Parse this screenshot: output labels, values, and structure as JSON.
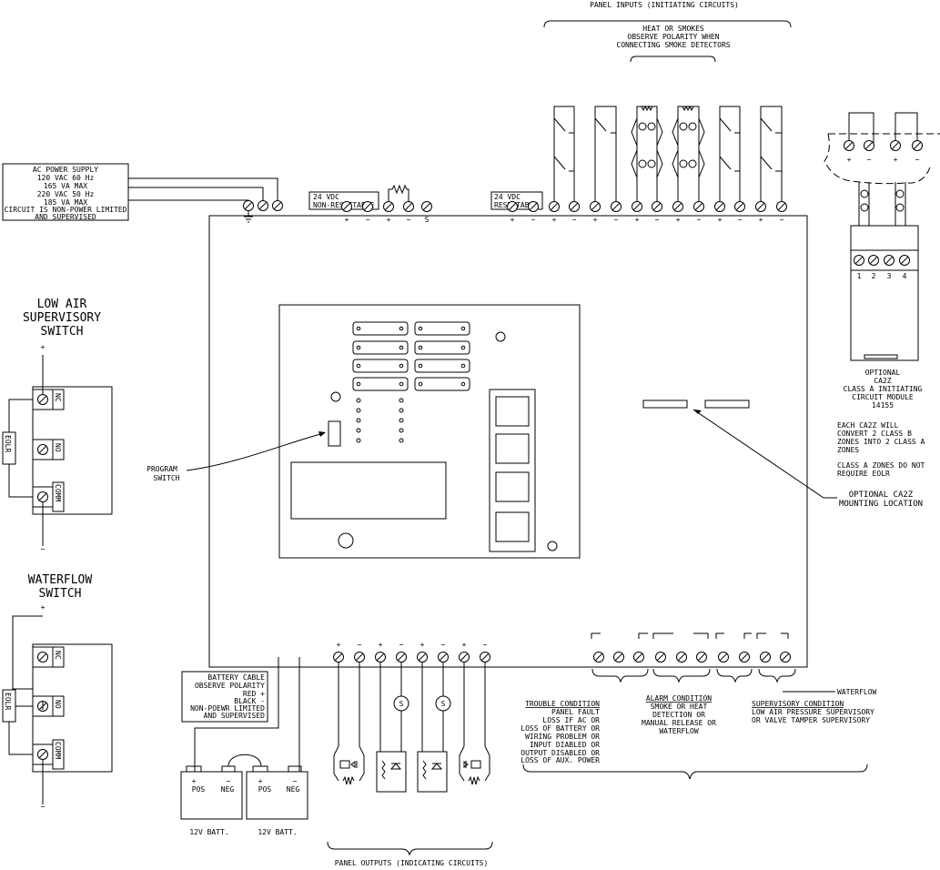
{
  "top_labels": {
    "panel_inputs": "PANEL INPUTS (INITIATING CIRCUITS)",
    "heat_smoke_1": "HEAT OR SMOKES",
    "heat_smoke_2": "OBSERVE POLARITY WHEN",
    "heat_smoke_3": "CONNECTING SMOKE DETECTORS"
  },
  "ac_power": [
    "AC POWER SUPPLY",
    "120 VAC 60 Hz",
    "165 VA  MAX",
    "220 VAC 50 Hz",
    "185 VA  MAX",
    "CIRCUIT IS NON-POWER LIMITED",
    "AND SUPERVISED"
  ],
  "vdc_nonres": [
    "24 VDC",
    "NON-RESETTABLE"
  ],
  "vdc_res": [
    "24 VDC",
    "RESETTABLE"
  ],
  "polarity": {
    "plus": "+",
    "minus": "−",
    "s": "S"
  },
  "low_air": [
    "LOW AIR",
    "SUPERVISORY",
    "SWITCH"
  ],
  "waterflow_switch": [
    "WATERFLOW",
    "SWITCH"
  ],
  "switch_terms": {
    "nc": "NC",
    "no": "NO",
    "comm": "COMM",
    "eolr": "EOLR"
  },
  "program_switch": [
    "PROGRAM",
    "SWITCH"
  ],
  "ca2z_module": [
    "OPTIONAL",
    "CA2Z",
    "CLASS A INITIATING",
    "CIRCUIT MODULE",
    "14155"
  ],
  "ca2z_terms": [
    "1",
    "2",
    "3",
    "4"
  ],
  "ca2z_note1": [
    "EACH CA2Z WILL",
    "CONVERT 2 CLASS B",
    "ZONES INTO 2 CLASS A",
    "ZONES"
  ],
  "ca2z_note2": [
    "CLASS A ZONES DO NOT",
    "REQUIRE EOLR"
  ],
  "ca2z_mount": [
    "OPTIONAL CA2Z",
    "MOUNTING LOCATION"
  ],
  "battery_cable": [
    "BATTERY CABLE",
    "OBSERVE POLARITY",
    "RED +",
    "BLACK -",
    "NON-POEWR LIMITED",
    "AND SUPERVISED"
  ],
  "battery": {
    "pos": "POS",
    "neg": "NEG",
    "label": "12V BATT."
  },
  "trouble": {
    "title": "TROUBLE CONDITION",
    "lines": [
      "PANEL FAULT",
      "LOSS IF AC OR",
      "LOSS OF BATTERY OR",
      "WIRING PROBLEM OR",
      "INPUT DIABLED OR",
      "OUTPUT DISABLED OR",
      "LOSS OF AUX. POWER"
    ]
  },
  "alarm": {
    "title": "ALARM CONDITION",
    "lines": [
      "SMOKE OR HEAT",
      "DETECTION OR",
      "MANUAL RELEASE OR",
      "WATERFLOW"
    ]
  },
  "supervisory": {
    "title": "SUPERVISORY CONDITION",
    "lines": [
      "LOW AIR PRESSURE SUPERVISORY",
      "OR VALVE TAMPER SUPERVISORY"
    ]
  },
  "waterflow_label": "WATERFLOW",
  "panel_outputs": "PANEL OUTPUTS (INDICATING CIRCUITS)",
  "solenoid_s": "S"
}
